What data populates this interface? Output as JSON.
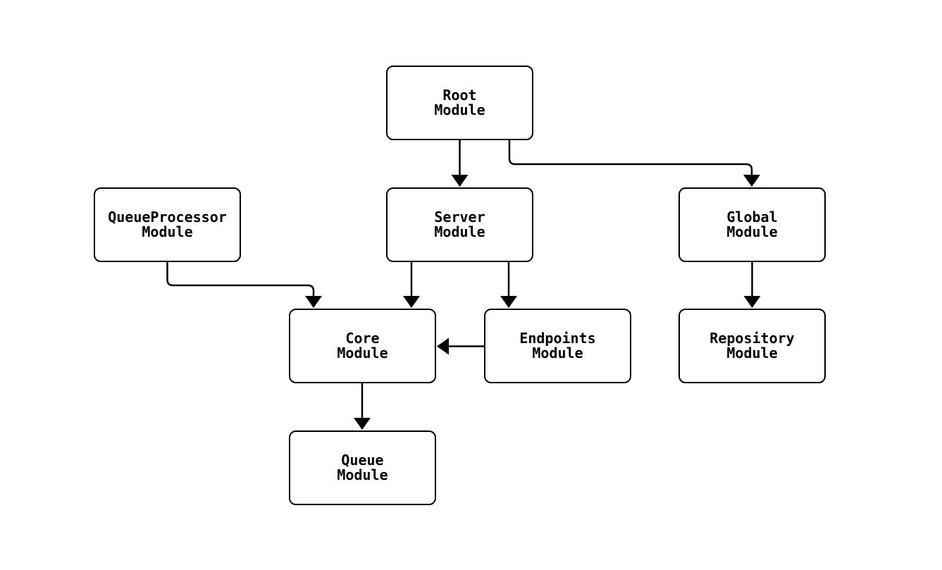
{
  "diagram": {
    "background_color": "#ffffff",
    "node_border_color": "#000000",
    "node_fill_color": "#ffffff",
    "edge_color": "#000000",
    "nodes": [
      {
        "id": "root",
        "label": "Root\nModule"
      },
      {
        "id": "queueprocessor",
        "label": "QueueProcessor\nModule"
      },
      {
        "id": "server",
        "label": "Server\nModule"
      },
      {
        "id": "global",
        "label": "Global\nModule"
      },
      {
        "id": "core",
        "label": "Core\nModule"
      },
      {
        "id": "endpoints",
        "label": "Endpoints\nModule"
      },
      {
        "id": "repository",
        "label": "Repository\nModule"
      },
      {
        "id": "queue",
        "label": "Queue\nModule"
      }
    ],
    "edges": [
      {
        "from": "Root Module",
        "to": "Server Module"
      },
      {
        "from": "Root Module",
        "to": "Global Module"
      },
      {
        "from": "QueueProcessor Module",
        "to": "Core Module"
      },
      {
        "from": "Server Module",
        "to": "Core Module"
      },
      {
        "from": "Server Module",
        "to": "Endpoints Module"
      },
      {
        "from": "Endpoints Module",
        "to": "Core Module"
      },
      {
        "from": "Global Module",
        "to": "Repository Module"
      },
      {
        "from": "Core Module",
        "to": "Queue Module"
      }
    ]
  }
}
